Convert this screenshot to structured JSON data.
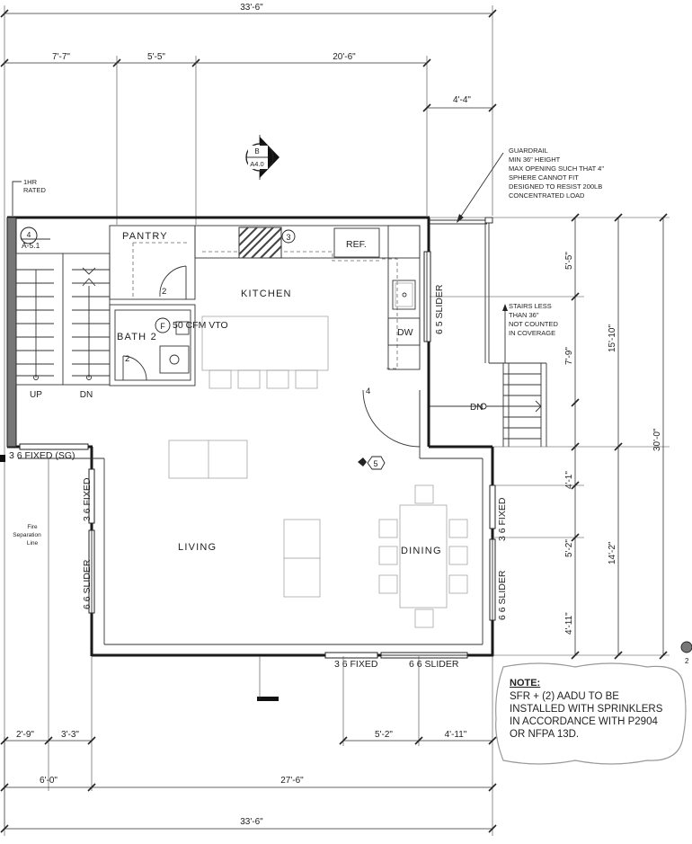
{
  "dimensions": {
    "overall_top": "33'-6\"",
    "overall_bottom": "33'-6\"",
    "top_segments": [
      "7'-7\"",
      "5'-5\"",
      "20'-6\""
    ],
    "deck_width": "4'-4\"",
    "bottom_left_a": "2'-9\"",
    "bottom_left_b": "3'-3\"",
    "bottom_right_a": "5'-2\"",
    "bottom_right_b": "4'-11\"",
    "bottom_total_left": "6'-0\"",
    "bottom_total_right": "27'-6\"",
    "right_upper_a": "5'-5\"",
    "right_upper_b": "7'-9\"",
    "right_upper_total": "15'-10\"",
    "right_overall": "30'-0\"",
    "right_lower_a": "4'-1\"",
    "right_lower_b": "5'-2\"",
    "right_lower_c": "4'-11\"",
    "right_lower_total": "14'-2\""
  },
  "rooms": {
    "kitchen": "KITCHEN",
    "pantry": "PANTRY",
    "bath": "BATH 2",
    "living": "LIVING",
    "dining": "DINING"
  },
  "labels": {
    "rated": [
      "1HR",
      "RATED"
    ],
    "section_tag_top": "4",
    "section_tag_bottom": "A-5.1",
    "elevation_tag_top": "B",
    "elevation_tag_bottom": "A4.0",
    "tag_3": "3",
    "tag_5": "5",
    "tag_2": "2",
    "ref": "REF.",
    "dw": "DW",
    "vent_symbol": "F",
    "vent": "50 CFM VTO",
    "up": "UP",
    "dn": "DN",
    "deck_dn": "DN",
    "door_pantry": "2",
    "door_bath": "2",
    "door_main": "4",
    "fire_separation": [
      "Fire",
      "Separation",
      "Line"
    ]
  },
  "windows": {
    "top_left": "3  6  FIXED (SG)",
    "left_fixed": "3  6  FIXED",
    "left_slider": "6  6  SLIDER",
    "kitchen_slider": "6  5  SLIDER",
    "right_fixed": "3  6  FIXED",
    "right_slider": "6  6  SLIDER",
    "bottom_fixed": "3  6  FIXED",
    "bottom_slider": "6  6  SLIDER"
  },
  "guardrail_note": [
    "GUARDRAIL",
    "MIN 36\" HEIGHT",
    "MAX OPENING SUCH THAT 4\"",
    "SPHERE CANNOT FIT",
    "DESIGNED TO RESIST 200LB",
    "CONCENTRATED LOAD"
  ],
  "stairs_note": [
    "STAIRS LESS",
    "THAN 36\"",
    "NOT COUNTED",
    "IN COVERAGE"
  ],
  "note": {
    "title": "NOTE:",
    "lines": [
      "SFR + (2) AADU TO BE",
      "INSTALLED WITH SPRINKLERS",
      "IN ACCORDANCE WITH P2904",
      "OR NFPA 13D."
    ]
  }
}
